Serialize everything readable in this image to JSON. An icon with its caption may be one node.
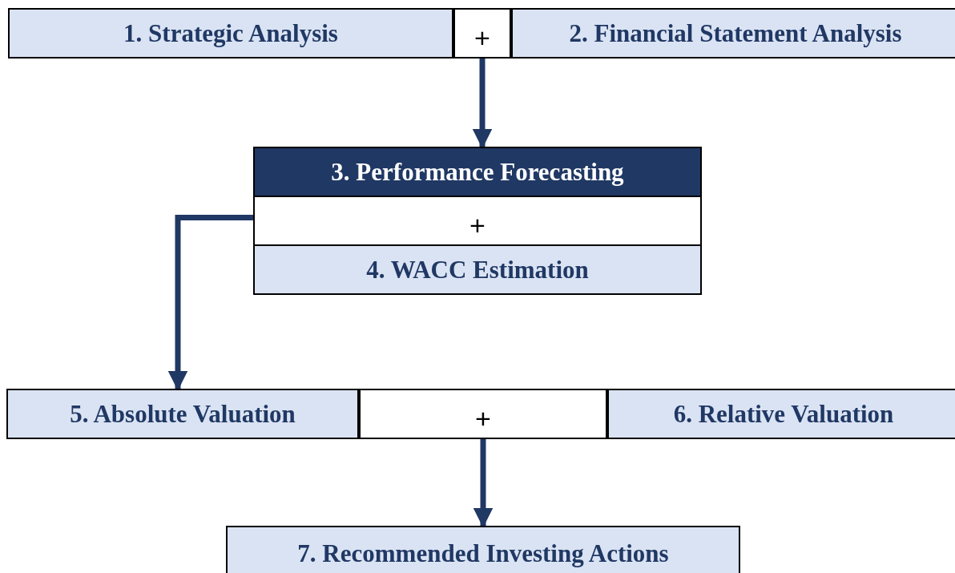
{
  "diagram": {
    "nodes": [
      {
        "text": [
          "1. Strategic Analysis"
        ]
      },
      {
        "text": [
          "+"
        ]
      },
      {
        "text": [
          "2. Financial Statement Analysis"
        ]
      },
      {
        "text": [
          "3. Performance Forecasting"
        ]
      },
      {
        "text": [
          "+"
        ]
      },
      {
        "text": [
          "4. WACC Estimation"
        ]
      },
      {
        "text": [
          "5. Absolute Valuation"
        ]
      },
      {
        "text": [
          "+"
        ]
      },
      {
        "text": [
          "6. Relative Valuation"
        ]
      },
      {
        "text": [
          "7. Recommended Investing Actions"
        ]
      }
    ],
    "edges": [
      {
        "from": 1,
        "to": 3,
        "arrow": "to"
      },
      {
        "from": 4,
        "to": 6,
        "arrow": "to"
      },
      {
        "from": 7,
        "to": 9,
        "arrow": "to"
      }
    ]
  }
}
